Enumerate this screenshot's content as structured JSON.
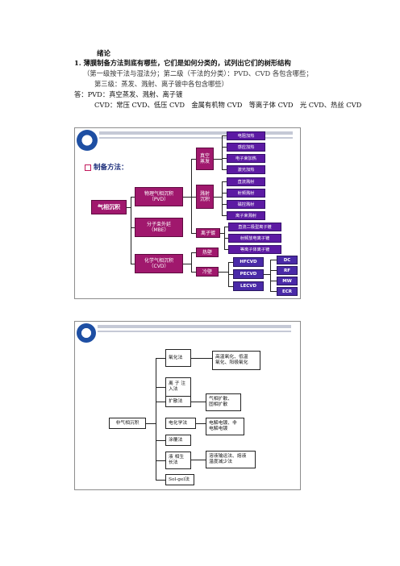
{
  "doc": {
    "section_title": "绪论",
    "question": "1. 薄膜制备方法到底有哪些，它们是如何分类的，试列出它们的树形结构",
    "paren1": "（第一级按干法与湿法分；第二级（干法的分类）：PVD、CVD 各包含哪些；",
    "paren2": "第三级：蒸发、溅射、离子镀中各包含哪些）",
    "answer1": "答：PVD：真空蒸发、溅射、离子镀",
    "answer2": "CVD：常压 CVD、低压 CVD　金属有机物 CVD　等离子体 CVD　光 CVD、热丝 CVD"
  },
  "slide1": {
    "heading": "制备方法：",
    "root": "气相沉积",
    "pvd": "物理气相沉积\n（PVD）",
    "mbe": "分子束外延\n（MBE）",
    "cvd": "化学气相沉积\n（CVD）",
    "evap": "真空\n蒸发",
    "sputter": "溅射\n沉积",
    "ionplating": "离子镀",
    "thermal": "热壁",
    "cold": "冷壁",
    "evap_items": [
      "电阻加热",
      "感应加热",
      "电子束加热",
      "激光加热"
    ],
    "sputter_items": [
      "直流溅射",
      "射频溅射",
      "磁控溅射",
      "离子束溅射"
    ],
    "ion_items": [
      "直流二极型离子镀",
      "射频放电离子镀",
      "等离子体离子镀"
    ],
    "cvd_types": [
      "HFCVD",
      "PECVD",
      "LECVD"
    ],
    "pecvd_sub": [
      "DC",
      "RF",
      "MW",
      "ECR"
    ]
  },
  "slide2": {
    "root": "非气相沉积",
    "nodes": [
      "氧化法",
      "离 子 注\n入法",
      "扩散法",
      "电化学法",
      "涂覆法",
      "液 相生\n长法",
      "Sol-gel法"
    ],
    "oxide_desc": "高温氧化、低温\n氧化、阳极氧化",
    "diffusion_desc": "气相扩散、\n固相扩散",
    "electro_desc": "电解电镀、非\n电解电镀",
    "liquid_desc": "溶液输运法、熔液\n温度减少法"
  }
}
